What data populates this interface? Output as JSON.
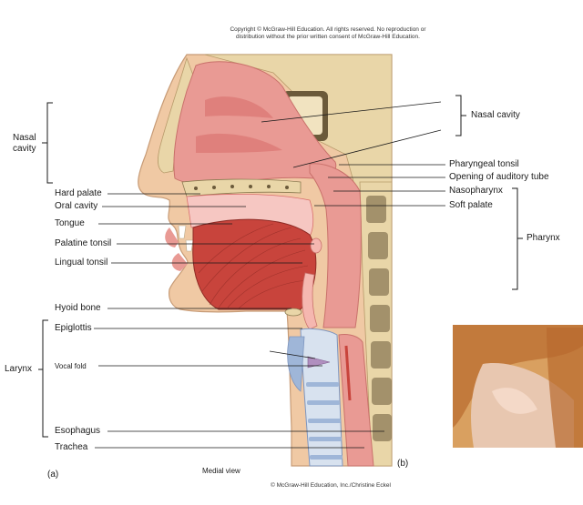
{
  "copyright_top": [
    "Copyright © McGraw-Hill Education.  All rights reserved. No reproduction or",
    "distribution without the prior written consent of McGraw-Hill Education."
  ],
  "credit": "© McGraw-Hill Education, Inc./Christine Eckel",
  "view_caption": "Medial view",
  "panel_a": "(a)",
  "panel_b": "(b)",
  "left_labels": {
    "nasal_cavity_line1": "Nasal",
    "nasal_cavity_line2": "cavity",
    "hard_palate": "Hard palate",
    "oral_cavity": "Oral cavity",
    "tongue": "Tongue",
    "palatine_tonsil": "Palatine tonsil",
    "lingual_tonsil": "Lingual tonsil",
    "hyoid_bone": "Hyoid bone",
    "epiglottis": "Epiglottis",
    "vocal_fold": "Vocal fold",
    "larynx": "Larynx",
    "esophagus": "Esophagus",
    "trachea": "Trachea"
  },
  "right_labels": {
    "nasal_cavity": "Nasal cavity",
    "pharyngeal_tonsil": "Pharyngeal tonsil",
    "opening_auditory_tube": "Opening of auditory tube",
    "nasopharynx": "Nasopharynx",
    "soft_palate": "Soft palate",
    "pharynx": "Pharynx"
  },
  "colors": {
    "skin": "#f0c9a4",
    "skin_outline": "#c79b76",
    "mucosa": "#e99a94",
    "mucosa_dark": "#d9706c",
    "muscle": "#c8443c",
    "bone": "#e9d6a8",
    "bone_spongy": "#6b5a3a",
    "cartilage_blue": "#9fb6d8",
    "trachea_inner": "#d8e2ef",
    "photo_tan": "#d9a060"
  }
}
